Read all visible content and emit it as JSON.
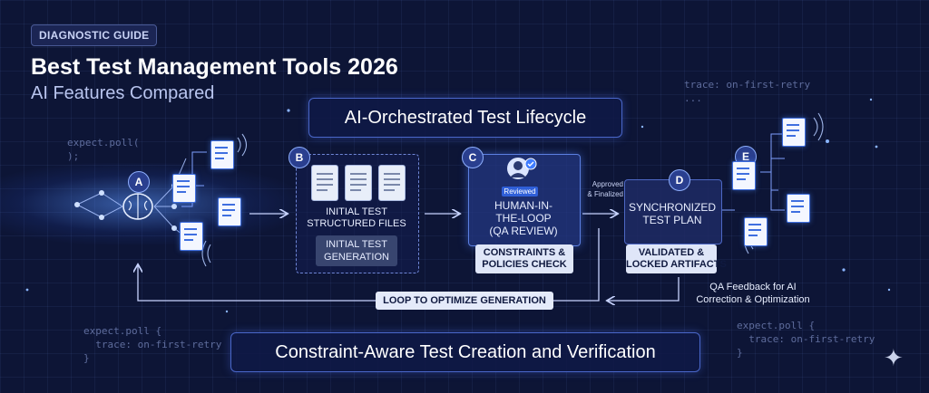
{
  "header": {
    "badge": "DIAGNOSTIC GUIDE",
    "title": "Best Test Management Tools 2026",
    "subtitle": "AI Features Compared"
  },
  "code_snippets": {
    "top_left": "expect.poll(\n);",
    "top_right": "trace: on-first-retry\n...",
    "bottom_left": "expect.poll {\n  trace: on-first-retry\n}",
    "bottom_right": "expect.poll {\n  trace: on-first-retry\n}"
  },
  "diagram": {
    "lifecycle_title": "AI-Orchestrated Test Lifecycle",
    "footer_title": "Constraint-Aware Test Creation and Verification",
    "steps": {
      "a": {
        "marker": "A"
      },
      "b": {
        "marker": "B",
        "label": "INITIAL TEST\nSTRUCTURED FILES",
        "tag": "INITIAL TEST\nGENERATION"
      },
      "c": {
        "marker": "C",
        "avatar_badge": "Reviewed",
        "label": "HUMAN-IN-\nTHE-LOOP\n(QA REVIEW)",
        "tag": "CONSTRAINTS &\nPOLICIES CHECK"
      },
      "d": {
        "marker": "D",
        "label": "SYNCHRONIZED\nTEST PLAN",
        "tag": "VALIDATED &\nLOCKED ARTIFACTS"
      },
      "e": {
        "marker": "E"
      }
    },
    "edge_labels": {
      "approved": "Approved\n& Finalized",
      "loop": "LOOP TO OPTIMIZE GENERATION",
      "feedback": "QA Feedback for AI\nCorrection & Optimization"
    }
  }
}
